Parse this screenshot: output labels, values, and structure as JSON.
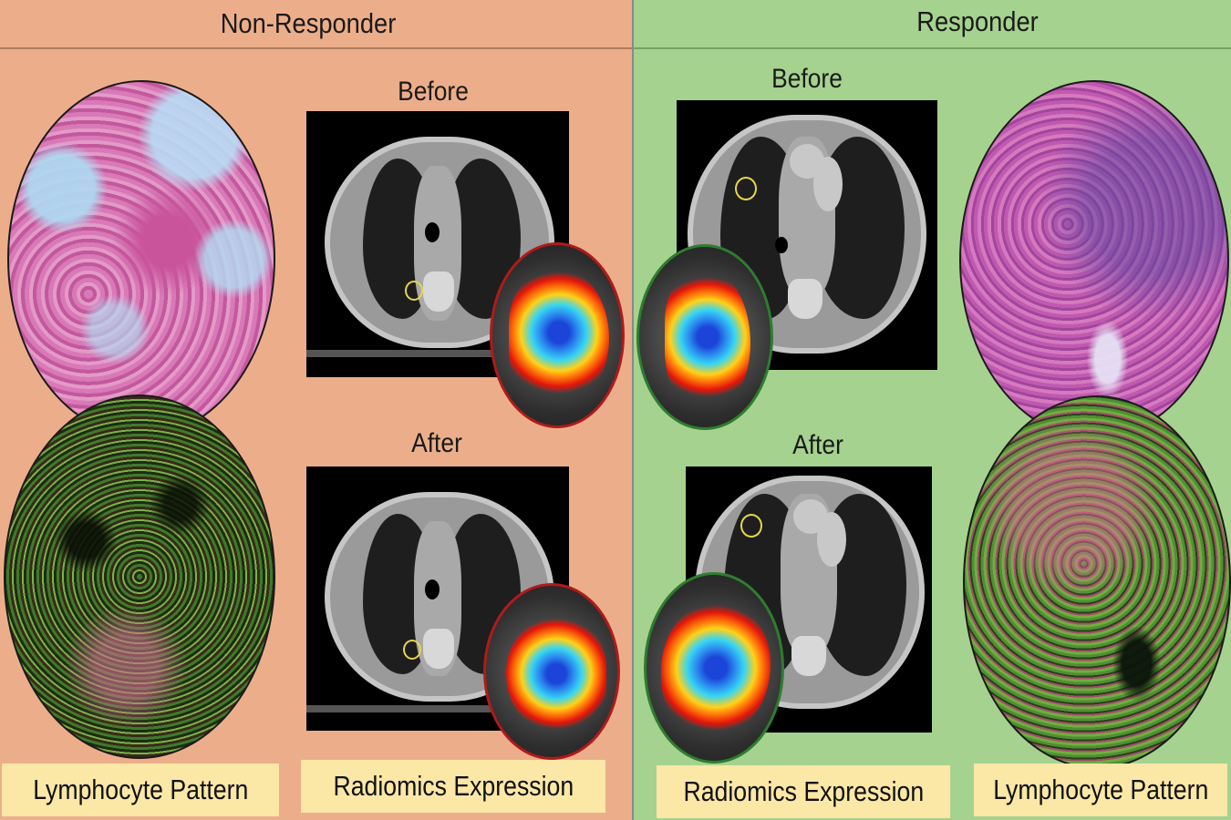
{
  "left_panel": {
    "heading": "Non-Responder",
    "before_label": "Before",
    "after_label": "After",
    "box_labels": [
      "Lymphocyte Pattern",
      "Radiomics Expression"
    ],
    "color": "#ecae8a",
    "ring_color": "#b01a1a"
  },
  "right_panel": {
    "heading": "Responder",
    "before_label": "Before",
    "after_label": "After",
    "box_labels": [
      "Radiomics Expression",
      "Lymphocyte Pattern"
    ],
    "color": "#a6d28f",
    "ring_color": "#2e7d2e"
  },
  "label_box_color": "#fbe7a6",
  "tumor_contour_color": "#e8d64a"
}
